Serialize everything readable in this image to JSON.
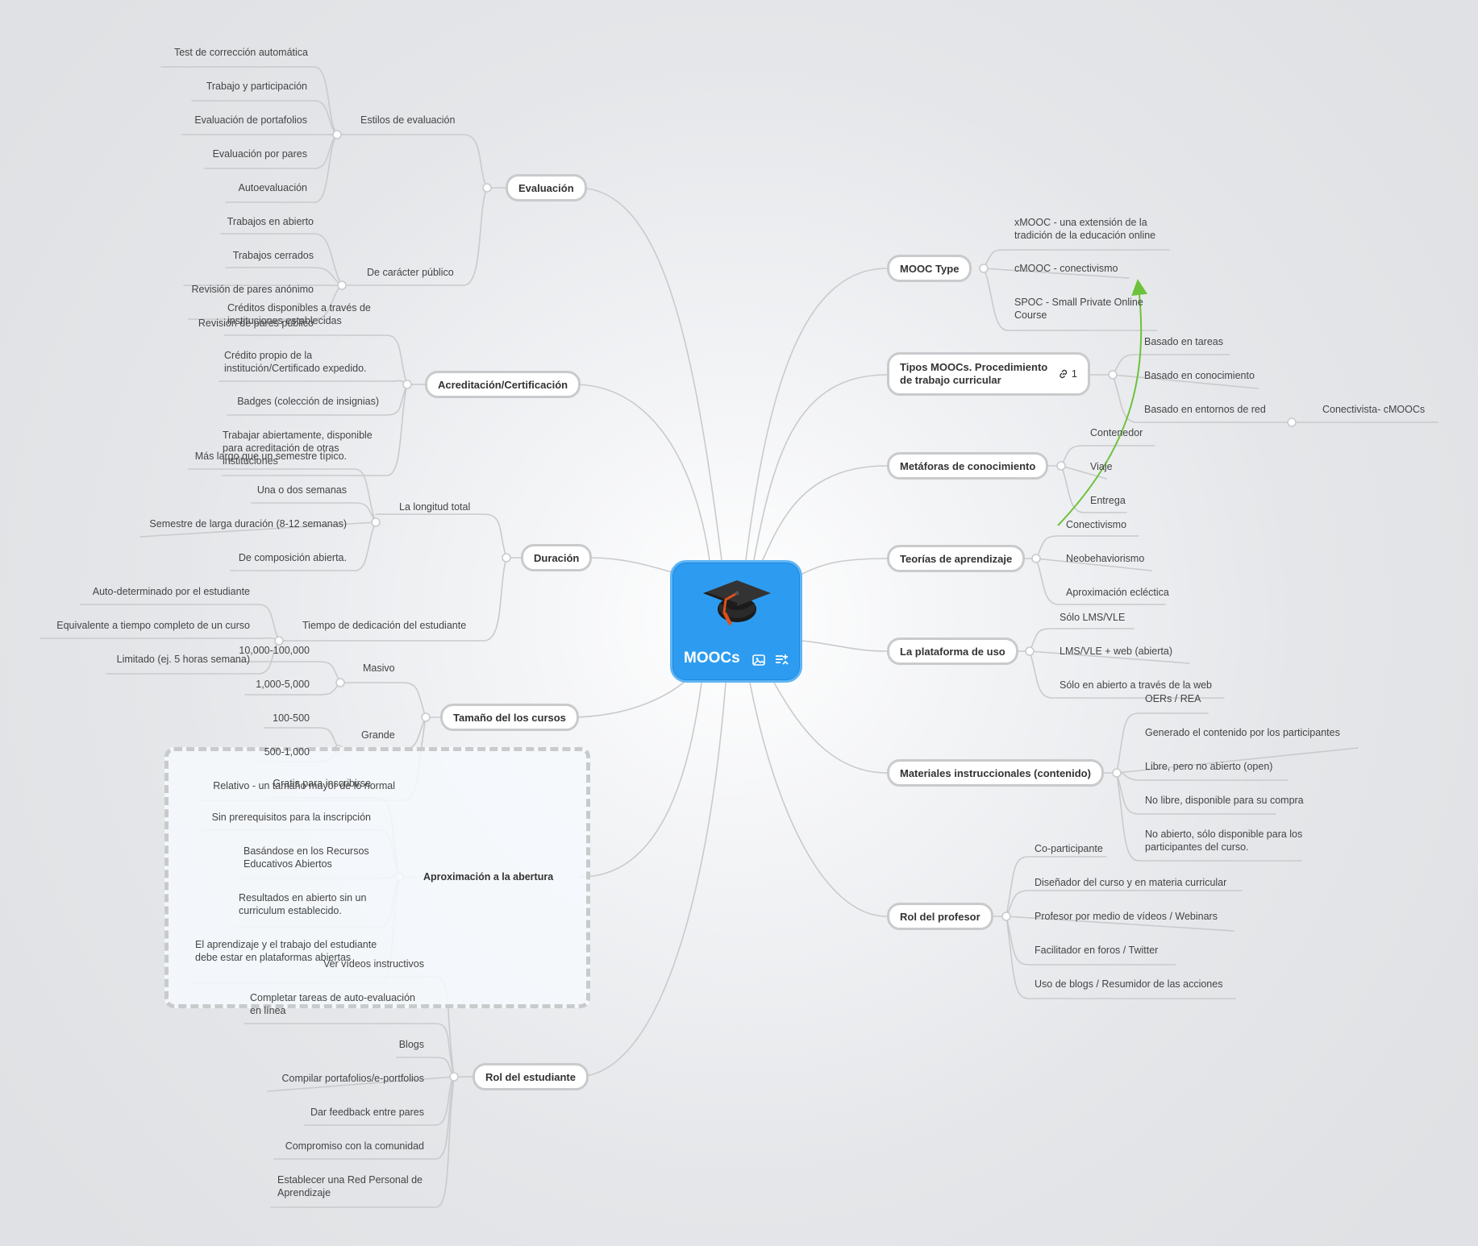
{
  "center": {
    "title": "MOOCs",
    "icons": [
      "image-icon",
      "notes-icon"
    ],
    "color": "#2d9cf0"
  },
  "colors": {
    "branch": "#c9cacc",
    "relationship": "#6cc23a"
  },
  "topics": {
    "evaluacion": "Evaluación",
    "acreditacion": "Acreditación/Certificación",
    "duracion": "Duración",
    "tamano": "Tamaño del los cursos",
    "apertura": "Aproximación a la abertura",
    "rol_estudiante": "Rol del estudiante",
    "mooc_type": "MOOC Type",
    "tipos": "Tipos MOOCs. Procedimiento de trabajo curricular",
    "tipos_link_count": "1",
    "metaforas": "Metáforas de conocimiento",
    "teorias": "Teorías de aprendizaje",
    "plataforma": "La plataforma de uso",
    "materiales": "Materiales instruccionales (contenido)",
    "rol_profesor": "Rol del profesor"
  },
  "subtopics": {
    "estilos": "Estilos de evaluación",
    "caracter": "De carácter público",
    "longitud": "La longitud total",
    "tiempo": "Tiempo de dedicación del estudiante",
    "masivo": "Masivo",
    "grande": "Grande",
    "conectivista": "Conectivista- cMOOCs"
  },
  "leaves": {
    "estilos": [
      "Test de corrección automática",
      "Trabajo y participación",
      "Evaluación de portafolios",
      "Evaluación por pares",
      "Autoevaluación"
    ],
    "caracter": [
      "Trabajos en abierto",
      "Trabajos cerrados",
      "Revisión de pares anónimo",
      "Revisión de pares público"
    ],
    "acreditacion": [
      "Créditos disponibles a través de instituciones establecidas",
      "Crédito propio de la institución/Certificado expedido.",
      "Badges (colección de insignias)",
      "Trabajar abiertamente, disponible para acreditación de otras instituciones"
    ],
    "longitud": [
      "Más largo que un semestre típico.",
      "Una o dos semanas",
      "Semestre de larga duración (8-12 semanas)",
      "De composición abierta."
    ],
    "tiempo": [
      "Auto-determinado por el estudiante",
      "Equivalente a tiempo completo de un curso",
      "Limitado (ej. 5 horas semana)"
    ],
    "masivo": [
      "10,000-100,000",
      "1,000-5,000"
    ],
    "grande": [
      "100-500",
      "500-1,000"
    ],
    "relativo": "Relativo - un tamaño mayor de lo normal",
    "apertura": [
      "Gratis para inscribirse",
      "Sin prerequisitos para la inscripción",
      "Basándose en los Recursos Educativos Abiertos",
      "Resultados en abierto sin un curriculum establecido.",
      "El aprendizaje y el trabajo del estudiante debe estar en plataformas abiertas"
    ],
    "rol_estudiante": [
      "Ver vídeos instructivos",
      "Completar tareas de auto-evaluación en línea",
      "Blogs",
      "Compilar portafolios/e-portfolios",
      "Dar feedback entre pares",
      "Compromiso con la comunidad",
      "Establecer una Red Personal de Aprendizaje"
    ],
    "mooc_type": [
      "xMOOC - una extensión de la tradición de la educación online",
      "cMOOC - conectivismo",
      "SPOC - Small Private Online Course"
    ],
    "tipos": [
      "Basado en tareas",
      "Basado en conocimiento",
      "Basado en entornos de red"
    ],
    "metaforas": [
      "Contenedor",
      "Viaje",
      "Entrega"
    ],
    "teorias": [
      "Conectivismo",
      "Neobehaviorismo",
      "Aproximación ecléctica"
    ],
    "plataforma": [
      "Sólo LMS/VLE",
      "LMS/VLE + web (abierta)",
      "Sólo en abierto a través de la web"
    ],
    "materiales": [
      "OERs / REA",
      "Generado el contenido por los participantes",
      "Libre, pero no abierto (open)",
      "No libre, disponible para su compra",
      "No abierto, sólo disponible para los participantes del curso."
    ],
    "rol_profesor": [
      "Co-participante",
      "Diseñador del curso y en materia curricular",
      "Profesor por medio de vídeos / Webinars",
      "Facilitador en foros / Twitter",
      "Uso de blogs / Resumidor de las acciones"
    ]
  }
}
